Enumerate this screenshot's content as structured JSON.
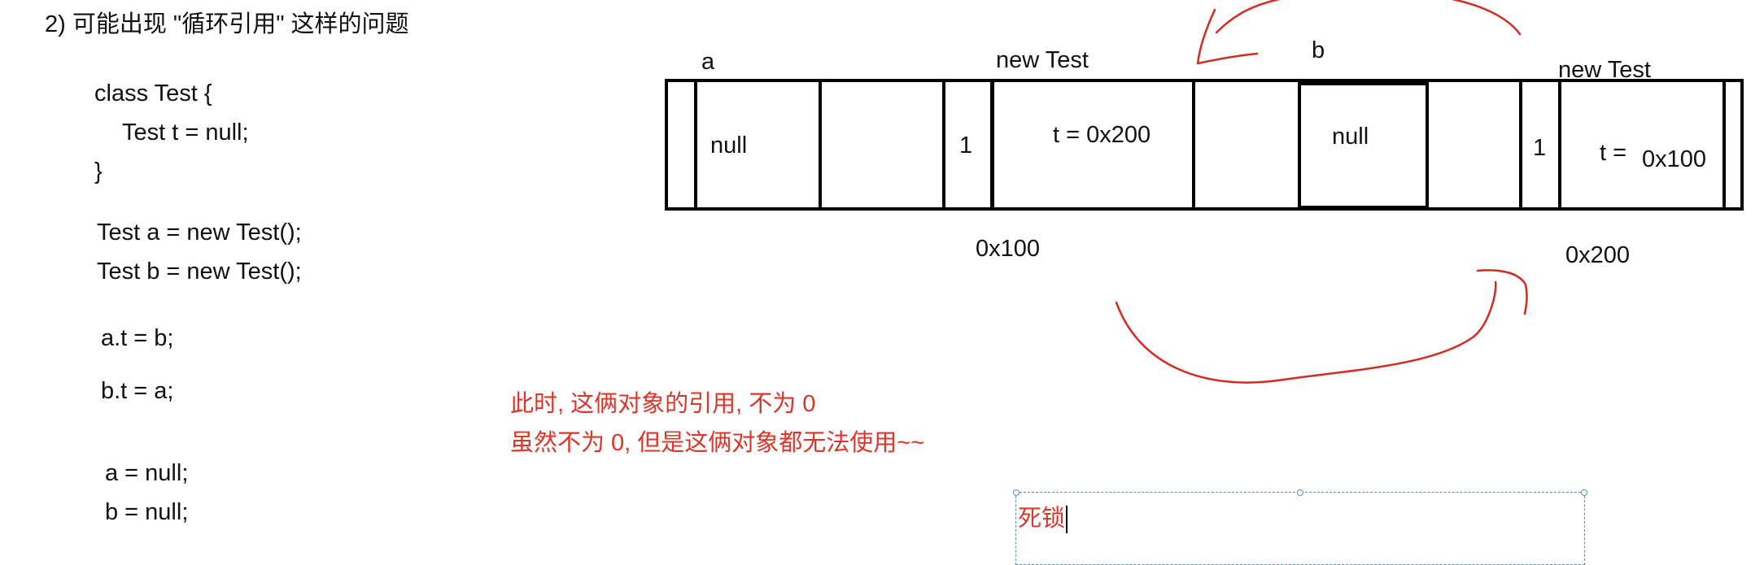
{
  "heading": "2) 可能出现 \"循环引用\" 这样的问题",
  "code": {
    "class_open": "class Test {",
    "field": "Test t = null;",
    "class_close": "}",
    "decl_a": "Test a = new Test();",
    "decl_b": "Test b = new Test();",
    "assign_a": "a.t = b;",
    "assign_b": "b.t = a;",
    "null_a": "a = null;",
    "null_b": "b = null;"
  },
  "memory": {
    "var_a_label": "a",
    "var_b_label": "b",
    "obj1_label": "new Test",
    "obj2_label": "new Test",
    "a_cell": "null",
    "b_cell": "null",
    "obj1_refcount": "1",
    "obj1_field": "t =  0x200",
    "obj1_addr": "0x100",
    "obj2_refcount": "1",
    "obj2_field_key": "t =",
    "obj2_field_val": "0x100",
    "obj2_addr": "0x200"
  },
  "notes": {
    "line1": "此时, 这俩对象的引用, 不为 0",
    "line2": "虽然不为 0, 但是这俩对象都无法使用~~"
  },
  "textbox": {
    "value": "死锁"
  },
  "colors": {
    "annotation": "#d9372b",
    "arrow": "#d42a20",
    "box_border": "#000000",
    "textbox_border": "#5a8fa8"
  }
}
